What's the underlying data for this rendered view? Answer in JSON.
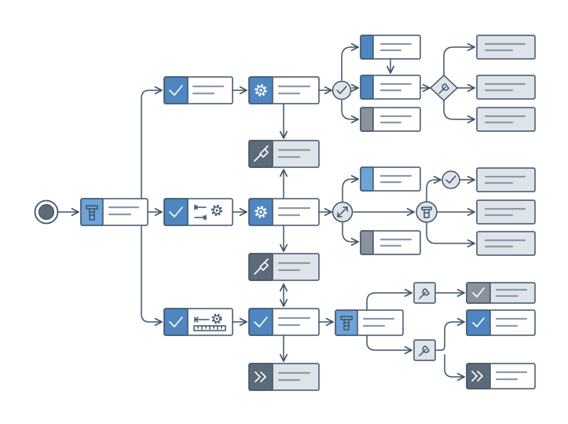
{
  "colors": {
    "stroke": "#3f5468",
    "accent_blue": "#4f86bf",
    "accent_light_blue": "#6da3d6",
    "dark_slate": "#5c6b7a",
    "mid_gray": "#8a939c",
    "placeholder_line": "#8c9aa8",
    "node_white": "#ffffff",
    "node_gray": "#dfe4ea"
  },
  "nodes": [
    {
      "id": "start",
      "kind": "start-circle"
    },
    {
      "id": "n-root",
      "kind": "card",
      "icon": "bolt-icon",
      "tint": "light_blue",
      "body": "white"
    },
    {
      "id": "n-top-check",
      "kind": "card",
      "icon": "check-icon",
      "tint": "blue",
      "body": "white"
    },
    {
      "id": "n-top-gear",
      "kind": "card",
      "icon": "gear-icon",
      "tint": "blue",
      "body": "white"
    },
    {
      "id": "n-top-tool",
      "kind": "card",
      "icon": "screwdriver-icon",
      "tint": "dark",
      "body": "gray"
    },
    {
      "id": "j-top-check",
      "kind": "junction",
      "icon": "check-icon"
    },
    {
      "id": "n-tr-1",
      "kind": "card",
      "icon": "none",
      "tint": "blue",
      "body": "white"
    },
    {
      "id": "n-tr-2",
      "kind": "card",
      "icon": "none",
      "tint": "blue",
      "body": "white"
    },
    {
      "id": "n-tr-3",
      "kind": "card",
      "icon": "none",
      "tint": "gray",
      "body": "white"
    },
    {
      "id": "d-wrench",
      "kind": "diamond",
      "icon": "wrench-icon"
    },
    {
      "id": "n-out-1",
      "kind": "card",
      "icon": "none",
      "tint": "none",
      "body": "gray"
    },
    {
      "id": "n-out-2",
      "kind": "card",
      "icon": "none",
      "tint": "none",
      "body": "gray"
    },
    {
      "id": "n-out-3",
      "kind": "card",
      "icon": "none",
      "tint": "none",
      "body": "gray"
    },
    {
      "id": "n-mid-check",
      "kind": "card",
      "icon": "check-icon",
      "tint": "blue",
      "body": "white",
      "extra": "measure-gear-icon"
    },
    {
      "id": "n-mid-gear",
      "kind": "card",
      "icon": "gear-icon",
      "tint": "blue",
      "body": "white"
    },
    {
      "id": "n-mid-tool",
      "kind": "card",
      "icon": "screwdriver-icon",
      "tint": "dark",
      "body": "gray"
    },
    {
      "id": "j-mid-resize",
      "kind": "junction",
      "icon": "resize-icon"
    },
    {
      "id": "n-mr-1",
      "kind": "card",
      "icon": "none",
      "tint": "light_blue",
      "body": "white"
    },
    {
      "id": "n-mr-2",
      "kind": "card",
      "icon": "none",
      "tint": "gray",
      "body": "white"
    },
    {
      "id": "j-mid-bolt",
      "kind": "junction",
      "icon": "bolt-icon"
    },
    {
      "id": "j-mid-check",
      "kind": "junction",
      "icon": "check-icon"
    },
    {
      "id": "n-out-4",
      "kind": "card",
      "icon": "none",
      "tint": "none",
      "body": "gray"
    },
    {
      "id": "n-out-5",
      "kind": "card",
      "icon": "none",
      "tint": "none",
      "body": "gray"
    },
    {
      "id": "n-out-6",
      "kind": "card",
      "icon": "none",
      "tint": "none",
      "body": "gray"
    },
    {
      "id": "n-bot-check",
      "kind": "card",
      "icon": "check-icon",
      "tint": "blue",
      "body": "white",
      "extra": "ruler-gear-icon"
    },
    {
      "id": "n-bot-check2",
      "kind": "card",
      "icon": "check-icon",
      "tint": "blue",
      "body": "white"
    },
    {
      "id": "n-bot-next",
      "kind": "card",
      "icon": "double-chevron-icon",
      "tint": "dark",
      "body": "gray"
    },
    {
      "id": "n-bot-bolt",
      "kind": "card",
      "icon": "bolt-icon",
      "tint": "light_blue",
      "body": "white"
    },
    {
      "id": "w-br-1",
      "kind": "square",
      "icon": "wrench-icon"
    },
    {
      "id": "w-br-2",
      "kind": "square",
      "icon": "wrench-icon"
    },
    {
      "id": "n-br-1",
      "kind": "card",
      "icon": "check-icon",
      "tint": "gray",
      "body": "gray"
    },
    {
      "id": "n-br-2",
      "kind": "card",
      "icon": "check-icon",
      "tint": "blue",
      "body": "white"
    },
    {
      "id": "n-br-3",
      "kind": "card",
      "icon": "double-chevron-icon",
      "tint": "dark",
      "body": "white"
    }
  ]
}
